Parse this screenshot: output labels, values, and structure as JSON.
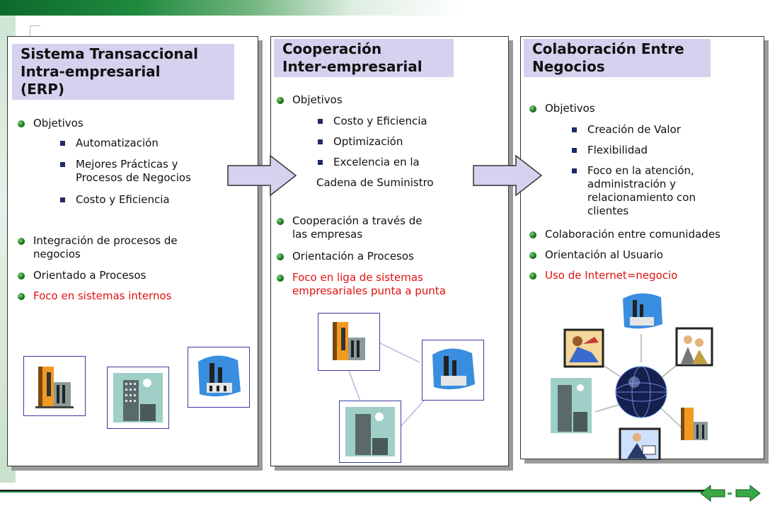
{
  "panels": [
    {
      "title": "Sistema Transaccional\nIntra-empresarial\n(ERP)",
      "objectives_label": "Objetivos",
      "sub_items": [
        "Automatización",
        "Mejores Prácticas y\nProcesos de Negocios",
        "Costo y Eficiencia"
      ],
      "bullets": [
        "Integración de procesos de\nnegocios",
        "Orientado a Procesos"
      ],
      "highlight": "Foco en sistemas internos"
    },
    {
      "title": "Cooperación\nInter-empresarial",
      "objectives_label": "Objetivos",
      "sub_items": [
        "Costo y Eficiencia",
        "Optimización",
        "Excelencia en la"
      ],
      "sub_continuation": "Cadena de Suministro",
      "bullets": [
        "Cooperación a través          de\nlas empresas",
        "Orientación a Procesos"
      ],
      "highlight": "Foco en liga de sistemas\nempresariales punta a punta"
    },
    {
      "title": "Colaboración Entre\nNegocios",
      "objectives_label": "Objetivos",
      "sub_items": [
        "Creación de Valor",
        "Flexibilidad",
        "Foco en la atención,\nadministración y\nrelacionamiento con\nclientes"
      ],
      "bullets": [
        "Colaboración entre comunidades",
        "Orientación al Usuario"
      ],
      "highlight": "Uso de Internet=negocio"
    }
  ],
  "icons": {
    "factory": "factory-icon",
    "building": "building-icon",
    "globe": "globe-icon",
    "people": "people-icon",
    "back": "back-arrow-icon",
    "forward": "forward-arrow-icon"
  },
  "colors": {
    "title_bg": "#d4d2ee",
    "highlight": "#e01010",
    "accent_green": "#1f8a3e",
    "bullet_square": "#1f2a6a",
    "clip_border": "#3a3aa0"
  }
}
